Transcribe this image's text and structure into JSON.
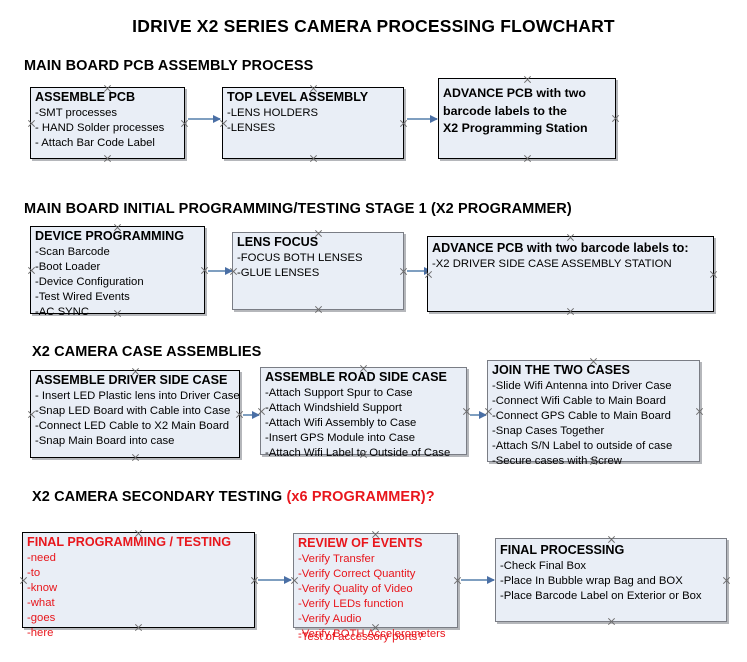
{
  "title": "IDRIVE X2  SERIES CAMERA PROCESSING FLOWCHART",
  "sections": [
    {
      "heading": "MAIN BOARD PCB ASSEMBLY PROCESS",
      "heading_accent": "",
      "nodes": [
        {
          "title": "ASSEMBLE PCB",
          "lines": [
            "-SMT processes",
            "- HAND Solder processes",
            "- Attach Bar Code Label"
          ]
        },
        {
          "title": "TOP LEVEL ASSEMBLY",
          "lines": [
            "-LENS HOLDERS",
            "-LENSES"
          ]
        },
        {
          "title": "ADVANCE PCB with two",
          "lines": [
            "barcode labels to the",
            " X2 Programming Station"
          ]
        }
      ]
    },
    {
      "heading": "MAIN BOARD INITIAL PROGRAMMING/TESTING STAGE 1 (X2 PROGRAMMER)",
      "heading_accent": "",
      "nodes": [
        {
          "title": "DEVICE PROGRAMMING",
          "lines": [
            "-Scan Barcode",
            "-Boot Loader",
            "-Device Configuration",
            "-Test Wired Events",
            "-AC SYNC"
          ]
        },
        {
          "title": "LENS FOCUS",
          "lines": [
            "-FOCUS BOTH LENSES",
            "-GLUE LENSES"
          ]
        },
        {
          "title": "ADVANCE PCB with two barcode labels to:",
          "lines": [
            "-X2 DRIVER  SIDE  CASE  ASSEMBLY STATION"
          ]
        }
      ]
    },
    {
      "heading": "X2 CAMERA CASE ASSEMBLIES",
      "heading_accent": "",
      "nodes": [
        {
          "title": "ASSEMBLE DRIVER SIDE CASE",
          "lines": [
            "- Insert LED Plastic lens into Driver Case",
            "-Snap LED Board with Cable into Case",
            "-Connect LED Cable to X2 Main Board",
            "-Snap Main Board into case"
          ]
        },
        {
          "title": "ASSEMBLE ROAD SIDE CASE",
          "lines": [
            "-Attach Support Spur to Case",
            "-Attach Windshield Support",
            "-Attach Wifi Assembly to Case",
            "-Insert GPS Module into Case",
            "-Attach Wifi Label to Outside of Case"
          ]
        },
        {
          "title": "JOIN THE TWO CASES",
          "lines": [
            "-Slide Wifi Antenna into Driver Case",
            "-Connect Wifi Cable to Main Board",
            "-Connect GPS Cable to Main Board",
            "-Snap Cases Together",
            "-Attach S/N Label to outside of case",
            "-Secure cases with Screw"
          ]
        }
      ]
    },
    {
      "heading": "X2 CAMERA SECONDARY TESTING ",
      "heading_accent": "(x6 PROGRAMMER)?",
      "nodes": [
        {
          "title": "FINAL PROGRAMMING / TESTING",
          "lines": [
            "-need",
            "-to",
            "-know",
            "-what",
            "-goes",
            "-here"
          ]
        },
        {
          "title": "REVIEW OF EVENTS",
          "lines": [
            "-Verify Transfer",
            "-Verify Correct Quantity",
            "-Verify Quality of Video",
            "-Verify LEDs function",
            "-Verify Audio",
            "-Verify BOTH Accelerometers"
          ],
          "overflow_line": "-Test of accessory ports?"
        },
        {
          "title": "FINAL PROCESSING",
          "lines": [
            " -Check Final Box",
            "-Place In Bubble wrap Bag and BOX",
            "-Place Barcode Label on Exterior or Box"
          ]
        }
      ]
    }
  ],
  "colors": {
    "node_fill": "#e9eef6",
    "node_border": "#000000",
    "arrow": "#7f9fc0",
    "accent_red": "#e8161c",
    "text": "#000000"
  }
}
